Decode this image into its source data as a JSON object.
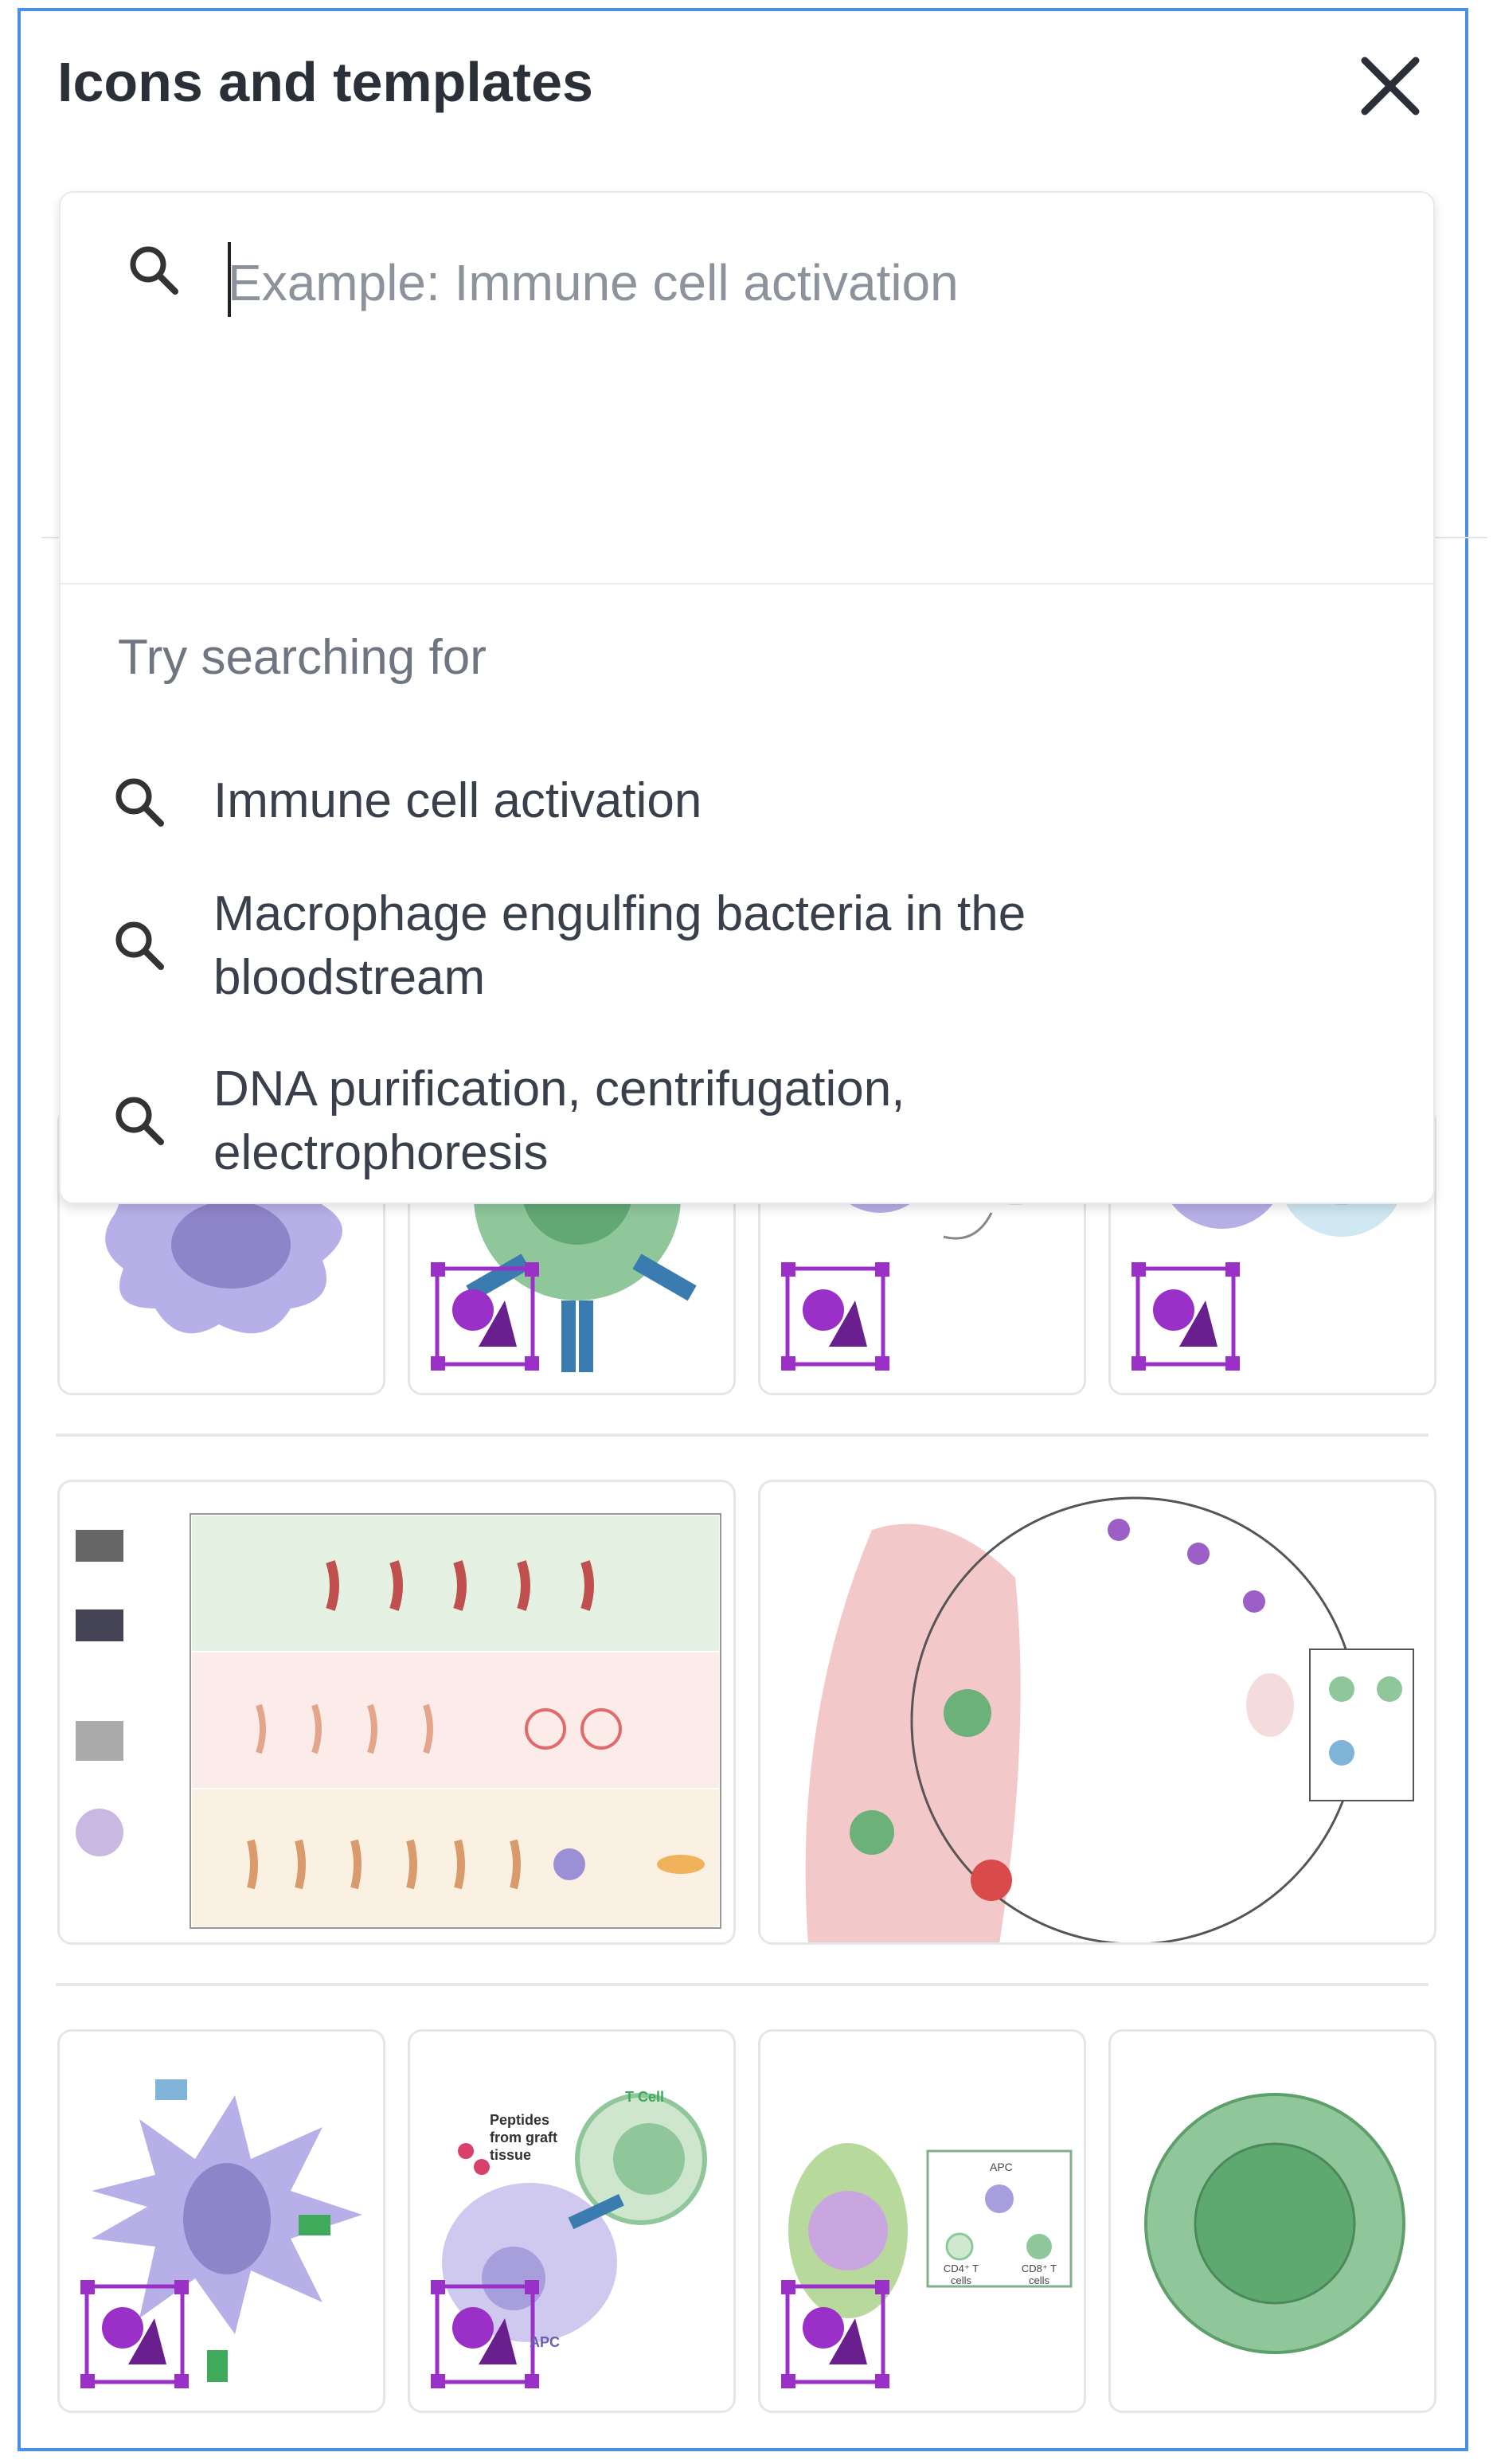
{
  "panel": {
    "title": "Icons and templates",
    "close_icon": "close-icon"
  },
  "search": {
    "placeholder": "Example: Immune cell activation",
    "value": "",
    "icon": "search-icon"
  },
  "suggestions": {
    "heading": "Try searching for",
    "items": [
      {
        "label": "Immune cell activation"
      },
      {
        "label_line1": "Macrophage engulfing bacteria in the",
        "label_line2": "bloodstream"
      },
      {
        "label_line1": "DNA purification, centrifugation,",
        "label_line2": "electrophoresis"
      }
    ]
  },
  "results": {
    "template_badge_icon": "template-badge-icon",
    "row1": [
      "macrophage-icon",
      "antibody-cell-template",
      "cell-signaling-template",
      "cytokine-cell-template"
    ],
    "row2": [
      "lymph-node-cell-subsets-template",
      "lung-infection-cycle-template"
    ],
    "row3": [
      "dendritic-cell-template",
      "graft-peptide-tcell-template",
      "lymph-node-apc-template",
      "round-cell-icon"
    ],
    "row3_labels": {
      "peptides": "Peptides from graft tissue",
      "tcell": "T Cell",
      "apc": "APC",
      "cd4": "CD4⁺ T cells",
      "cd8": "CD8⁺ T cells"
    }
  },
  "colors": {
    "frame_border": "#4a90e2",
    "purple_cell": "#b7b0e8",
    "purple_nucleus": "#8e84c9",
    "green_cell": "#8fc79a",
    "template_badge": "#9b30c8"
  }
}
